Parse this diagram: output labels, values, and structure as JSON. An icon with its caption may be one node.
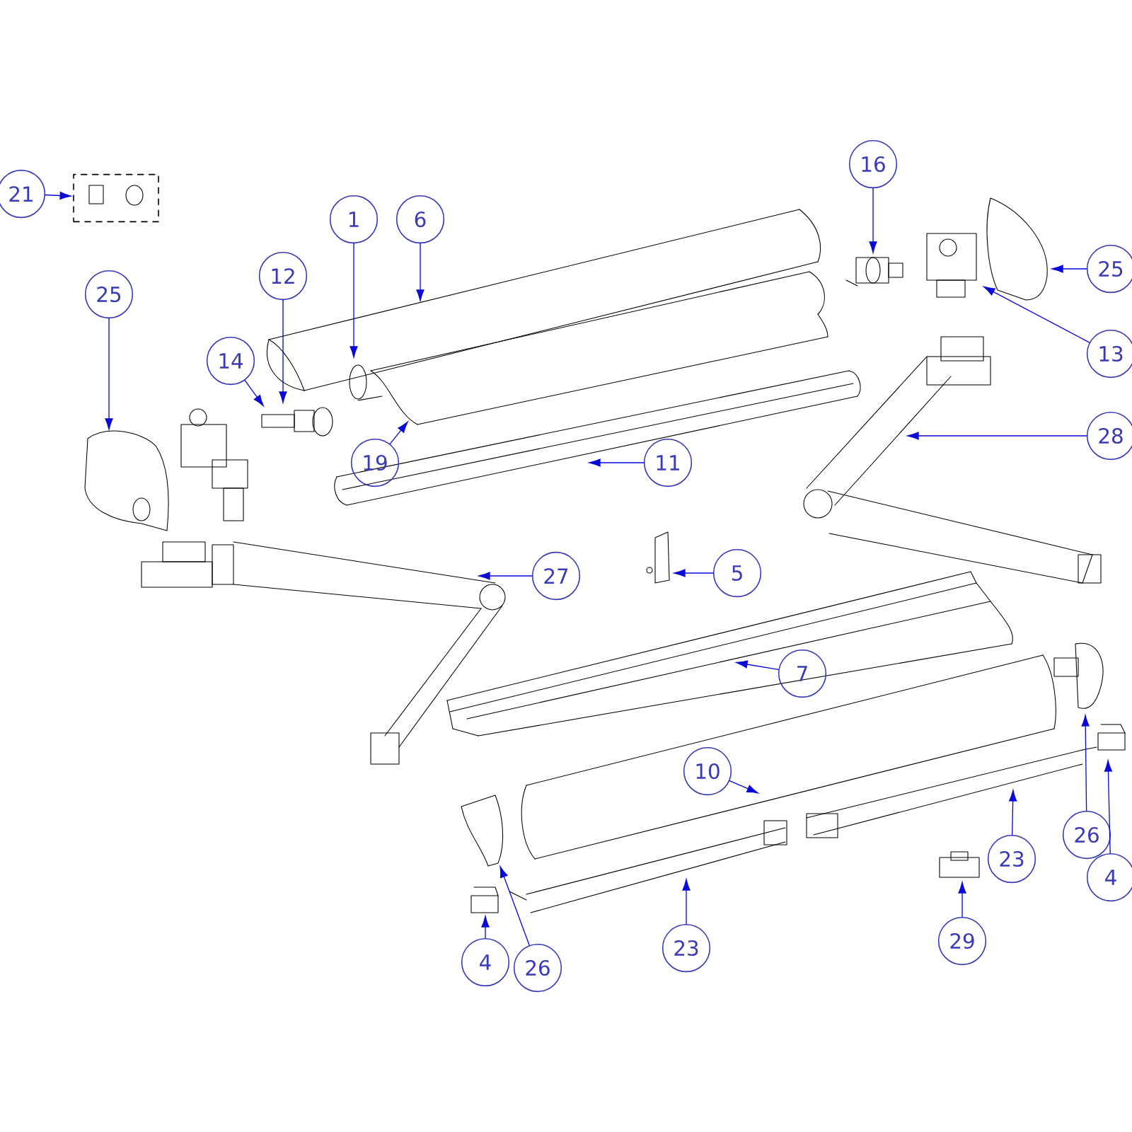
{
  "diagram": {
    "nodes": [
      {
        "text": [
          "16"
        ]
      },
      {
        "text": [
          "21"
        ]
      },
      {
        "text": [],
        "shape": "box"
      },
      {
        "text": [
          "1"
        ]
      },
      {
        "text": [
          "6"
        ]
      },
      {
        "text": [
          "25"
        ]
      },
      {
        "text": [
          "12"
        ]
      },
      {
        "text": [
          "25"
        ]
      },
      {
        "text": [
          "13"
        ]
      },
      {
        "text": [
          "14"
        ]
      },
      {
        "text": [
          "28"
        ]
      },
      {
        "text": [
          "19"
        ]
      },
      {
        "text": [
          "11"
        ]
      },
      {
        "text": [
          "5"
        ]
      },
      {
        "text": [
          "27"
        ]
      },
      {
        "text": [
          "7"
        ]
      },
      {
        "text": [
          "10"
        ]
      },
      {
        "text": [
          "26"
        ]
      },
      {
        "text": [
          "23"
        ]
      },
      {
        "text": [
          "4"
        ]
      },
      {
        "text": [
          "29"
        ]
      },
      {
        "text": [
          "23"
        ]
      },
      {
        "text": [
          "4"
        ]
      },
      {
        "text": [
          "26"
        ]
      }
    ],
    "edges": [
      {
        "from": 0,
        "to": null,
        "arrow": "to"
      },
      {
        "from": 1,
        "to": 2,
        "arrow": "to"
      },
      {
        "from": 3,
        "to": null,
        "arrow": "to"
      },
      {
        "from": 4,
        "to": null,
        "arrow": "to"
      },
      {
        "from": 5,
        "to": null,
        "arrow": "to"
      },
      {
        "from": 6,
        "to": null,
        "arrow": "to"
      },
      {
        "from": 7,
        "to": null,
        "arrow": "to"
      },
      {
        "from": 8,
        "to": null,
        "arrow": "to"
      },
      {
        "from": 9,
        "to": null,
        "arrow": "to"
      },
      {
        "from": 10,
        "to": null,
        "arrow": "to"
      },
      {
        "from": 11,
        "to": null,
        "arrow": "to"
      },
      {
        "from": 12,
        "to": null,
        "arrow": "to"
      },
      {
        "from": 13,
        "to": null,
        "arrow": "to"
      },
      {
        "from": 14,
        "to": null,
        "arrow": "to"
      },
      {
        "from": 15,
        "to": null,
        "arrow": "to"
      },
      {
        "from": 16,
        "to": null,
        "arrow": "to"
      },
      {
        "from": 17,
        "to": null,
        "arrow": "to"
      },
      {
        "from": 18,
        "to": null,
        "arrow": "to"
      },
      {
        "from": 19,
        "to": null,
        "arrow": "to"
      },
      {
        "from": 20,
        "to": null,
        "arrow": "to"
      },
      {
        "from": 21,
        "to": null,
        "arrow": "to"
      },
      {
        "from": 22,
        "to": null,
        "arrow": "to"
      },
      {
        "from": 23,
        "to": null,
        "arrow": "to"
      }
    ]
  }
}
